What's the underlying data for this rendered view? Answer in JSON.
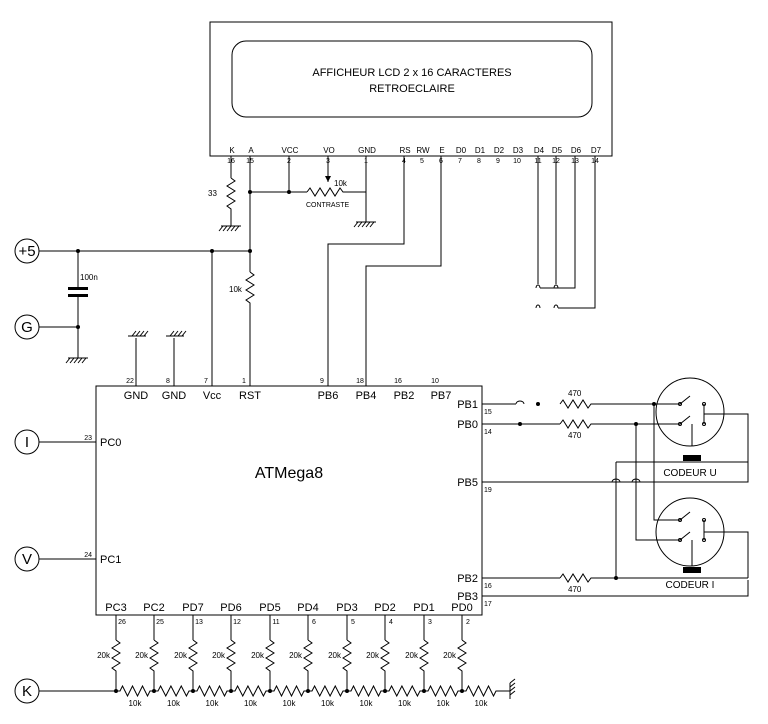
{
  "lcd": {
    "line1": "AFFICHEUR LCD 2 x 16 CARACTERES",
    "line2": "RETROECLAIRE",
    "pins": [
      {
        "name": "K",
        "num": "16"
      },
      {
        "name": "A",
        "num": "15"
      },
      {
        "name": "VCC",
        "num": "2"
      },
      {
        "name": "VO",
        "num": "3"
      },
      {
        "name": "GND",
        "num": "1"
      },
      {
        "name": "RS",
        "num": "4"
      },
      {
        "name": "RW",
        "num": "5"
      },
      {
        "name": "E",
        "num": "6"
      },
      {
        "name": "D0",
        "num": "7"
      },
      {
        "name": "D1",
        "num": "8"
      },
      {
        "name": "D2",
        "num": "9"
      },
      {
        "name": "D3",
        "num": "10"
      },
      {
        "name": "D4",
        "num": "11"
      },
      {
        "name": "D5",
        "num": "12"
      },
      {
        "name": "D6",
        "num": "13"
      },
      {
        "name": "D7",
        "num": "14"
      }
    ]
  },
  "components": {
    "r_backlight": "33",
    "r_contrast": "10k",
    "contrast_label": "CONTRASTE",
    "cap": "100n",
    "r_reset": "10k",
    "r_470_top": "470",
    "r_470_mid": "470",
    "r_470_bot": "470",
    "codeur_u": "CODEUR U",
    "codeur_i": "CODEUR I"
  },
  "terminals": {
    "p5": "+5",
    "g": "G",
    "i": "I",
    "v": "V",
    "k": "K"
  },
  "mcu": {
    "name": "ATMega8",
    "top_pins": [
      {
        "name": "GND",
        "num": "22"
      },
      {
        "name": "GND",
        "num": "8"
      },
      {
        "name": "Vcc",
        "num": "7"
      },
      {
        "name": "RST",
        "num": "1"
      },
      {
        "name": "PB6",
        "num": "9"
      },
      {
        "name": "PB4",
        "num": "18"
      },
      {
        "name": "PB2",
        "num": "16"
      },
      {
        "name": "PB7",
        "num": "10"
      }
    ],
    "right_pins": [
      {
        "name": "PB1",
        "num": "15"
      },
      {
        "name": "PB0",
        "num": "14"
      },
      {
        "name": "PB5",
        "num": "19"
      },
      {
        "name": "PB2",
        "num": "16"
      },
      {
        "name": "PB3",
        "num": "17"
      }
    ],
    "left_pins": [
      {
        "name": "PC0",
        "num": "23"
      },
      {
        "name": "PC1",
        "num": "24"
      }
    ],
    "bottom_pins": [
      {
        "name": "PC3",
        "num": "26"
      },
      {
        "name": "PC2",
        "num": "25"
      },
      {
        "name": "PD7",
        "num": "13"
      },
      {
        "name": "PD6",
        "num": "12"
      },
      {
        "name": "PD5",
        "num": "11"
      },
      {
        "name": "PD4",
        "num": "6"
      },
      {
        "name": "PD3",
        "num": "5"
      },
      {
        "name": "PD2",
        "num": "4"
      },
      {
        "name": "PD1",
        "num": "3"
      },
      {
        "name": "PD0",
        "num": "2"
      }
    ]
  },
  "ladder": {
    "r_vertical": "20k",
    "r_series": "10k"
  }
}
